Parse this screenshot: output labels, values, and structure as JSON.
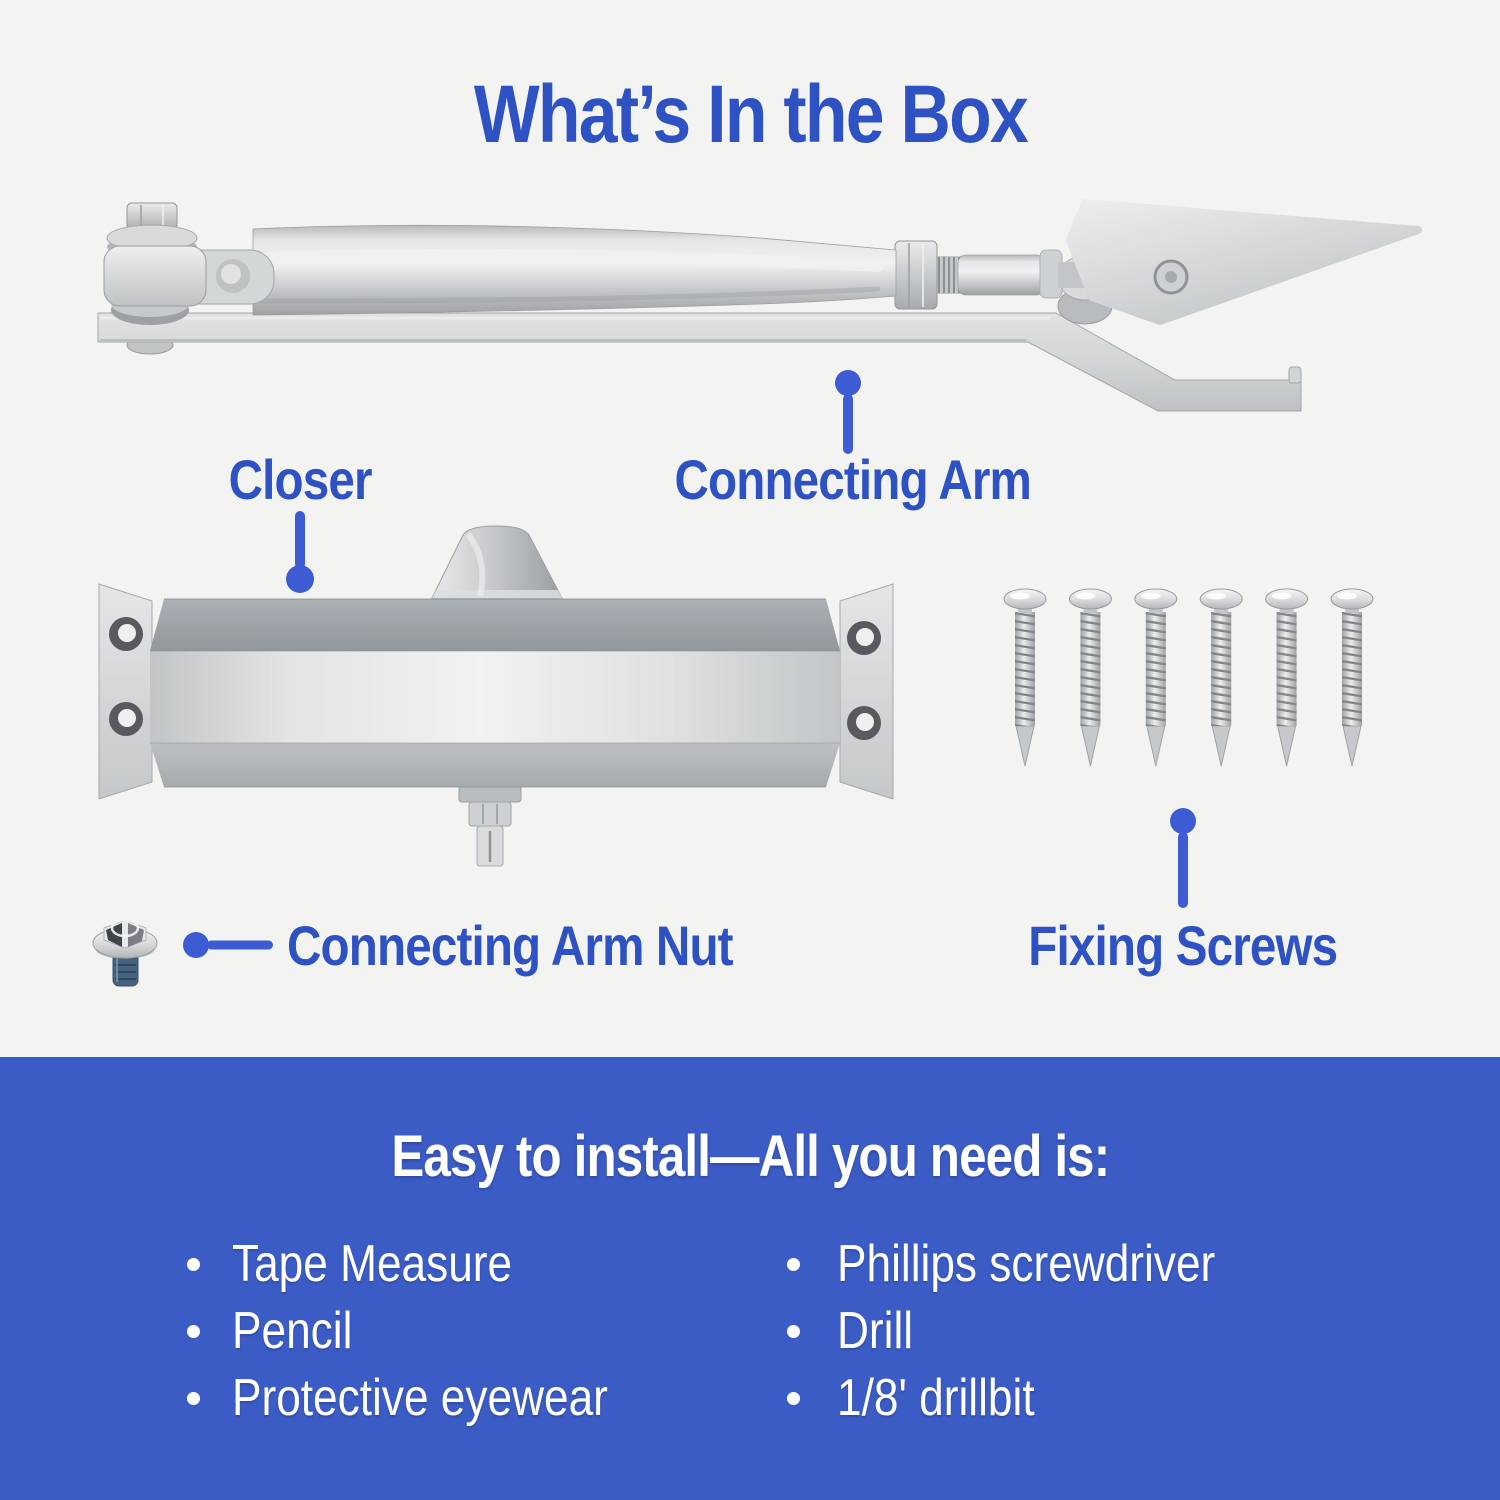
{
  "page": {
    "title": "What’s In the Box",
    "background": "#F3F4F2"
  },
  "colors": {
    "accent_text": "#2E52C3",
    "callout_pin": "#3D5CD3",
    "band_background": "#3B5BC5",
    "band_text": "#FFFFFF"
  },
  "diagram": {
    "labels": {
      "closer": "Closer",
      "connecting_arm": "Connecting Arm",
      "connecting_arm_nut": "Connecting Arm Nut",
      "fixing_screws": "Fixing Screws"
    },
    "fixing_screws_count": 6
  },
  "install": {
    "heading": "Easy to install—All you need is:",
    "left_items": [
      "Tape Measure",
      "Pencil",
      "Protective eyewear"
    ],
    "right_items": [
      "Phillips screwdriver",
      "Drill",
      "1/8' drillbit"
    ]
  }
}
